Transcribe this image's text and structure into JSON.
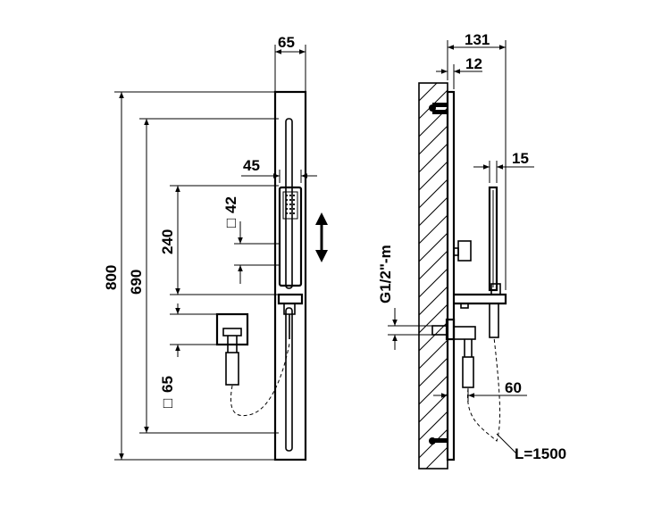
{
  "colors": {
    "line": "#000000",
    "background": "#ffffff"
  },
  "front_view": {
    "dim_width": "65",
    "dim_total_height": "800",
    "dim_bar_height": "690",
    "dim_slider_travel": "240",
    "dim_handshower_width": "45",
    "dim_square_top": "42",
    "dim_square_bottom": "65",
    "square_symbol": "□"
  },
  "side_view": {
    "dim_depth": "131",
    "dim_panel": "12",
    "dim_handshower": "15",
    "dim_connection": "G1/2\"-m",
    "dim_outlet": "60",
    "hose_length": "L=1500"
  }
}
